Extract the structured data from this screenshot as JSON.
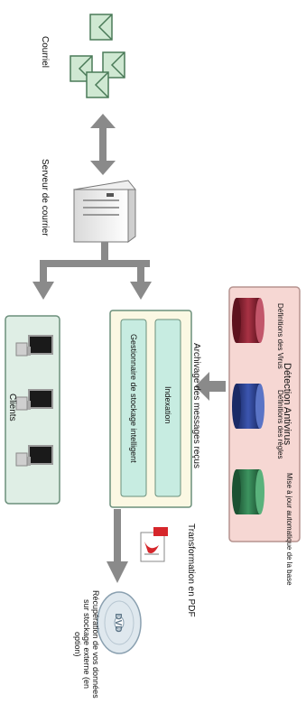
{
  "mail": {
    "label": "Courriel"
  },
  "server": {
    "label": "Serveur de courrier"
  },
  "clients": {
    "label": "Clients"
  },
  "archive": {
    "title": "Archivage des messages reçus",
    "indexation_label": "Indexation",
    "storage_label": "Gestionnaire de stockage intelligent"
  },
  "antivirus": {
    "title": "Détection Antivirus",
    "items": [
      {
        "label": "Définitions des Virus",
        "color": "#8f2434"
      },
      {
        "label": "Définitions des règles",
        "color": "#2b3f8f"
      },
      {
        "label": "Mise à jour automatique de la base",
        "color": "#2f7a4a"
      }
    ]
  },
  "pdf": {
    "label": "Transformation en PDF",
    "icon": "pdf-file-icon"
  },
  "dvd": {
    "label": "Récupération de vos données sur stockage externe (en option)",
    "icon": "dvd-disc-icon"
  },
  "colors": {
    "green_panel": "#dfeee5",
    "green_border": "#6b8f7b",
    "inner_box": "#c7ece1",
    "archive_bg": "#fbf8e3",
    "antivirus_bg": "#f6d7d3",
    "arrow": "#8a8a8a",
    "envelope": "#cfe8d2",
    "envelope_stroke": "#4a7a58"
  }
}
